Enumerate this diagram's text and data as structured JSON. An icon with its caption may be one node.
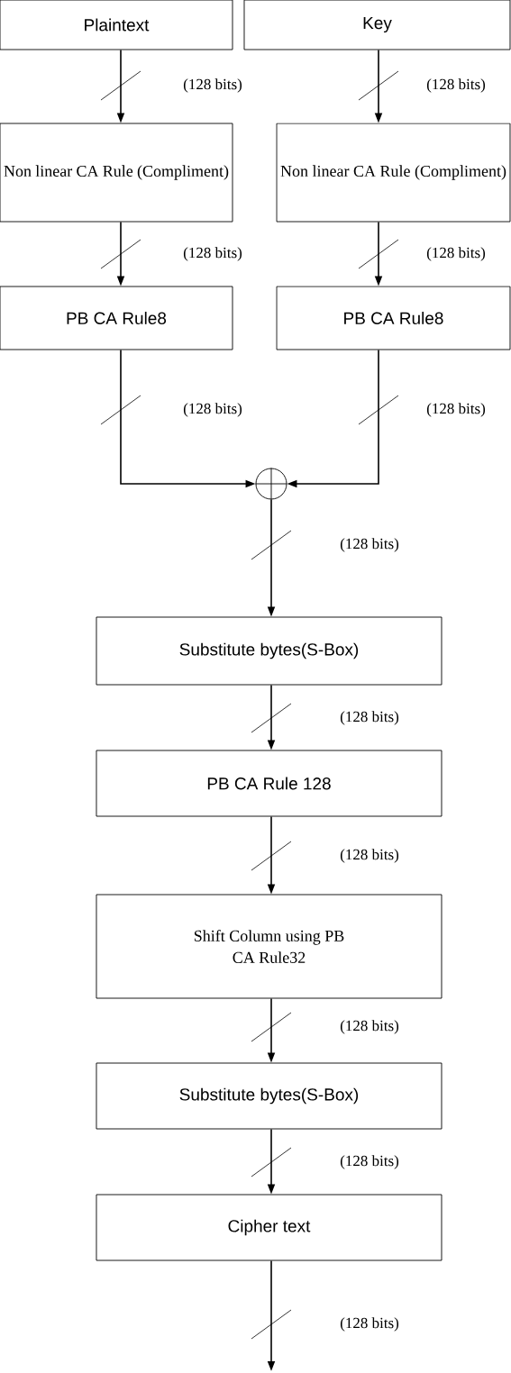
{
  "diagram": {
    "nodes": [
      {
        "text": [
          "Plaintext"
        ]
      },
      {
        "text": [
          "Key"
        ]
      },
      {
        "text": [
          "Non linear CA Rule (Compliment)"
        ]
      },
      {
        "text": [
          "Non linear CA Rule (Compliment)"
        ]
      },
      {
        "text": [
          "PB CA Rule8"
        ]
      },
      {
        "text": [
          "PB CA Rule8"
        ]
      },
      {
        "text": [],
        "shape": "circle"
      },
      {
        "text": [
          "Substitute bytes(S-Box)"
        ]
      },
      {
        "text": [
          "PB CA Rule 128"
        ]
      },
      {
        "text": [
          "Shift Column using PB CA Rule32"
        ]
      },
      {
        "text": [
          "Substitute bytes(S-Box)"
        ]
      },
      {
        "text": [
          "Cipher text"
        ]
      }
    ],
    "edges": [
      {
        "from": 0,
        "to": 2,
        "arrow": "to",
        "label": "(128 bits)"
      },
      {
        "from": 1,
        "to": 3,
        "arrow": "to",
        "label": "(128 bits)"
      },
      {
        "from": 2,
        "to": 4,
        "arrow": "to",
        "label": "(128 bits)"
      },
      {
        "from": 3,
        "to": 5,
        "arrow": "to",
        "label": "(128 bits)"
      },
      {
        "from": 4,
        "to": 6,
        "arrow": "to",
        "label": "(128 bits)"
      },
      {
        "from": 5,
        "to": 6,
        "arrow": "to",
        "label": "(128 bits)"
      },
      {
        "from": 6,
        "to": 7,
        "arrow": "to",
        "label": "(128 bits)"
      },
      {
        "from": 7,
        "to": 8,
        "arrow": "to",
        "label": "(128 bits)"
      },
      {
        "from": 8,
        "to": 9,
        "arrow": "to",
        "label": "(128 bits)"
      },
      {
        "from": 9,
        "to": 10,
        "arrow": "to",
        "label": "(128 bits)"
      },
      {
        "from": 10,
        "to": 11,
        "arrow": "to",
        "label": "(128 bits)"
      },
      {
        "from": 11,
        "to": null,
        "arrow": "to",
        "label": "(128 bits)"
      }
    ]
  }
}
